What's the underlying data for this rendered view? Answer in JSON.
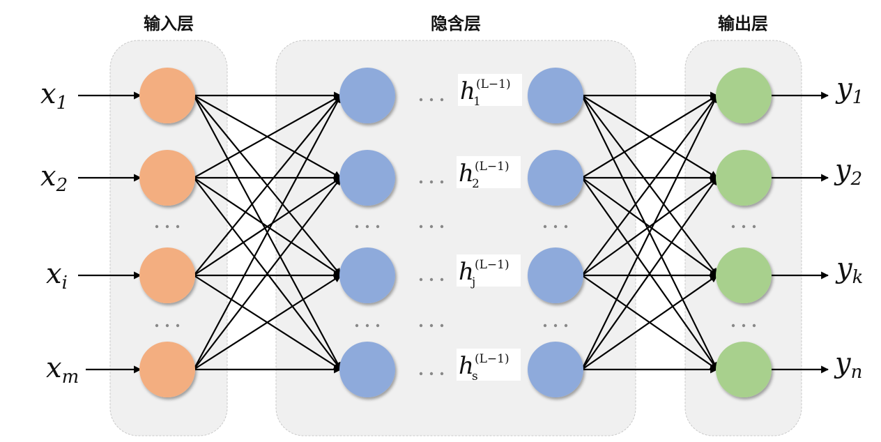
{
  "diagram": {
    "type": "feedforward-neural-network",
    "layers": [
      {
        "id": "input",
        "title": "输入层",
        "color": "#f3ae80",
        "nodes": [
          "x1",
          "x2",
          "xi",
          "xm"
        ]
      },
      {
        "id": "hidden",
        "title": "隐含层",
        "color": "#8eaadb",
        "nodes": [
          "h1",
          "h2",
          "hj",
          "hs"
        ]
      },
      {
        "id": "output",
        "title": "输出层",
        "color": "#a8d08d",
        "nodes": [
          "y1",
          "y2",
          "yk",
          "yn"
        ]
      }
    ],
    "inputs": [
      {
        "var": "x",
        "sub": "1"
      },
      {
        "var": "x",
        "sub": "2"
      },
      {
        "var": "x",
        "sub": "i"
      },
      {
        "var": "x",
        "sub": "m"
      }
    ],
    "outputs": [
      {
        "var": "y",
        "sub": "1"
      },
      {
        "var": "y",
        "sub": "2"
      },
      {
        "var": "y",
        "sub": "k"
      },
      {
        "var": "y",
        "sub": "n"
      }
    ],
    "hidden_labels": [
      {
        "var": "h",
        "sub": "1",
        "sup": "(L−1)"
      },
      {
        "var": "h",
        "sub": "2",
        "sup": "(L−1)"
      },
      {
        "var": "h",
        "sub": "j",
        "sup": "(L−1)"
      },
      {
        "var": "h",
        "sub": "s",
        "sup": "(L−1)"
      }
    ],
    "ellipsis": "…",
    "edge_color": "#000000",
    "panel_color": "#f0f0f0"
  }
}
